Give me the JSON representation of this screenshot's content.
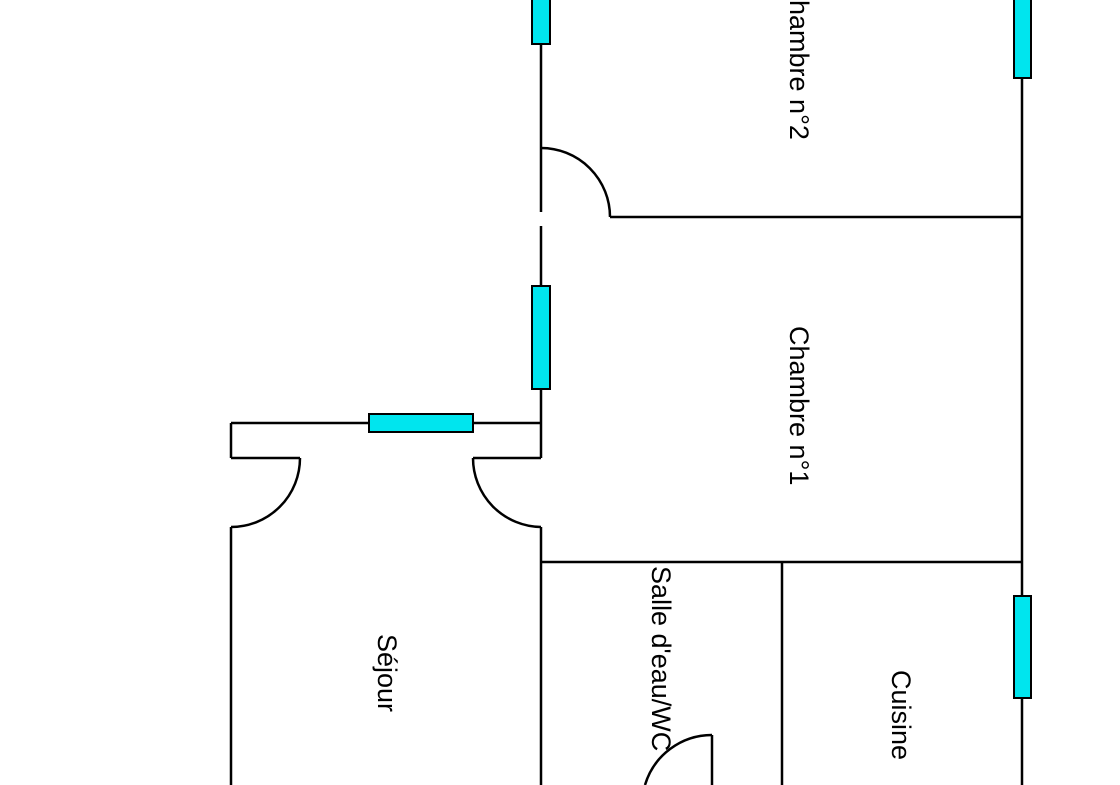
{
  "rooms": {
    "chambre2": "hambre n°2",
    "chambre1": "Chambre n°1",
    "salle_eau": "Salle d'eau/WC",
    "cuisine": "Cuisine",
    "sejour": "Séjour"
  },
  "colors": {
    "window_fill": "#00e5ee",
    "wall": "#000000",
    "background": "#ffffff"
  }
}
